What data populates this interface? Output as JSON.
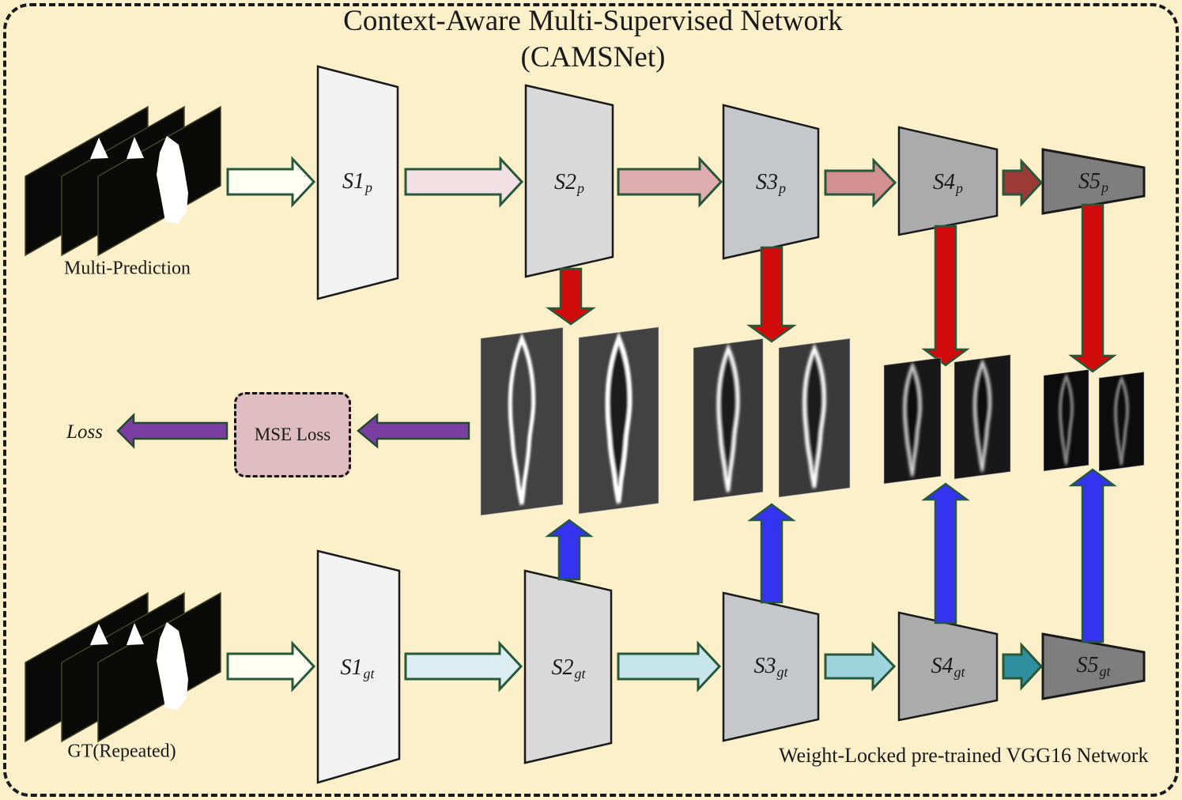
{
  "title": {
    "line1": "Context-Aware Multi-Supervised Network",
    "line2": "(CAMSNet)"
  },
  "inputs": {
    "prediction_label": "Multi-Prediction",
    "gt_label": "GT(Repeated)"
  },
  "stages_p": [
    {
      "main": "S1",
      "sub": "p"
    },
    {
      "main": "S2",
      "sub": "p"
    },
    {
      "main": "S3",
      "sub": "p"
    },
    {
      "main": "S4",
      "sub": "p"
    },
    {
      "main": "S5",
      "sub": "p"
    }
  ],
  "stages_gt": [
    {
      "main": "S1",
      "sub": "gt"
    },
    {
      "main": "S2",
      "sub": "gt"
    },
    {
      "main": "S3",
      "sub": "gt"
    },
    {
      "main": "S4",
      "sub": "gt"
    },
    {
      "main": "S5",
      "sub": "gt"
    }
  ],
  "loss": {
    "output_label": "Loss",
    "box_label": "MSE Loss"
  },
  "footer": {
    "label": "Weight-Locked pre-trained VGG16 Network"
  },
  "colors": {
    "background": "#fcf0cb",
    "frame_border": "#1a1a1a",
    "flow_border": "#27583a",
    "stage_border": "#1a1a1a",
    "stage_fills": [
      "#f2f2f2",
      "#d9d9d9",
      "#c5c8ca",
      "#ababab",
      "#7e7e7e"
    ],
    "pred_arrows": [
      "#fffdf4",
      "#f1dfe3",
      "#dfadad",
      "#d39090",
      "#9c3a38"
    ],
    "gt_arrows": [
      "#fffdf4",
      "#dcedf2",
      "#c6e6ec",
      "#9dd4de",
      "#2f8f9e"
    ],
    "supervision_down_arrow": "#d10b0b",
    "supervision_up_arrow": "#3333f0",
    "loss_arrow": "#7b3fa3",
    "mse_box_fill": "#dfbcbf",
    "mse_box_border": "#111111",
    "input_sheet": "#0a0a08",
    "input_shape": "#ffffff",
    "feature_sheets": [
      "#424242",
      "#3a3a3a",
      "#181818",
      "#0c0c0c"
    ]
  }
}
